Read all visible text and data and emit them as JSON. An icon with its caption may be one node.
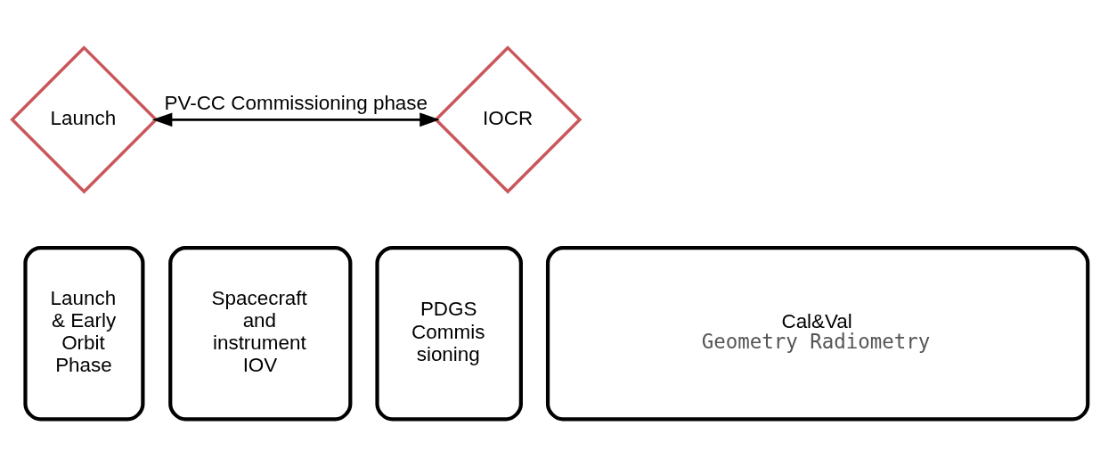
{
  "diagram": {
    "nodes": [
      {
        "text": [
          "Launch"
        ]
      },
      {
        "text": [
          "IOCR"
        ]
      },
      {
        "text": [
          "Launch & Early Orbit Phase"
        ]
      },
      {
        "text": [
          "Spacecraft and instrument IOV"
        ]
      },
      {
        "text": [
          "PDGS Commis sioning"
        ]
      },
      {
        "text": [
          "Cal&Val",
          "Geometry Radiometry"
        ]
      }
    ],
    "edges": [
      {
        "from": 0,
        "to": 1,
        "arrow": "both",
        "label": "PV-CC Commissioning phase"
      }
    ]
  }
}
